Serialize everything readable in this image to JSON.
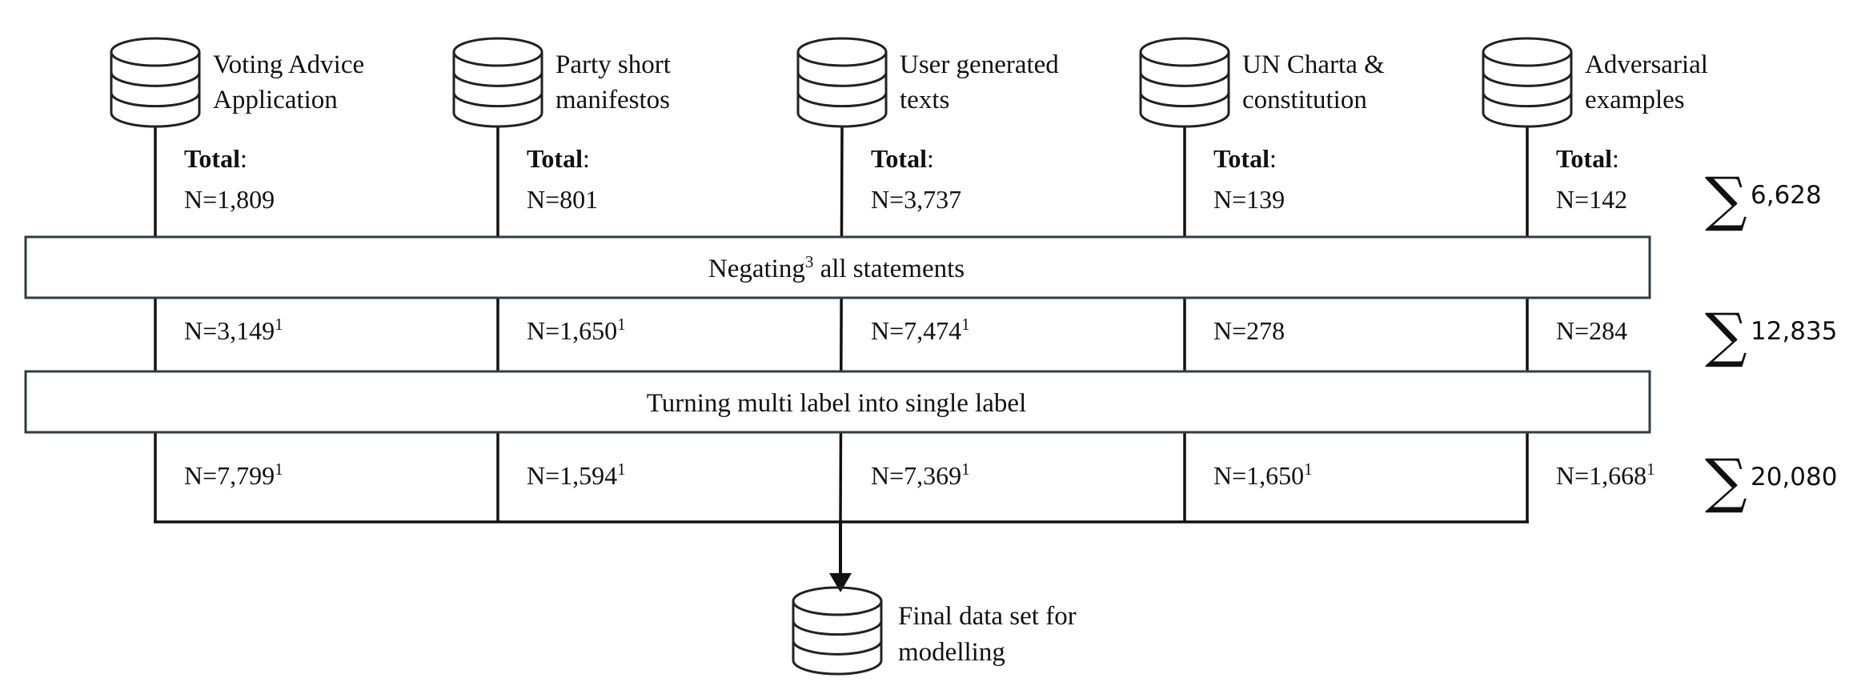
{
  "sources": [
    {
      "line1": "Voting Advice",
      "line2": "Application",
      "total_label": "Total",
      "total_colon": ":",
      "total": "N=1,809",
      "after_negation": "N=3,149",
      "after_negation_note": "1",
      "after_single_label": "N=7,799",
      "after_single_label_note": "1"
    },
    {
      "line1": "Party short",
      "line2": "manifestos",
      "total_label": "Total",
      "total_colon": ":",
      "total": "N=801",
      "after_negation": "N=1,650",
      "after_negation_note": "1",
      "after_single_label": "N=1,594",
      "after_single_label_note": "1"
    },
    {
      "line1": "User generated",
      "line2": "texts",
      "total_label": "Total",
      "total_colon": ":",
      "total": "N=3,737",
      "after_negation": "N=7,474",
      "after_negation_note": "1",
      "after_single_label": "N=7,369",
      "after_single_label_note": "1"
    },
    {
      "line1": "UN Charta &",
      "line2": "constitution",
      "total_label": "Total",
      "total_colon": ":",
      "total": "N=139",
      "after_negation": "N=278",
      "after_negation_note": "",
      "after_single_label": "N=1,650",
      "after_single_label_note": "1"
    },
    {
      "line1": "Adversarial",
      "line2": "examples",
      "total_label": "Total",
      "total_colon": ":",
      "total": "N=142",
      "after_negation": "N=284",
      "after_negation_note": "",
      "after_single_label": "N=1,668",
      "after_single_label_note": "1"
    }
  ],
  "steps": [
    {
      "label": "Negating",
      "superscript": "3",
      "label_rest": " all statements"
    },
    {
      "label": "Turning multi label into single label",
      "superscript": "",
      "label_rest": ""
    }
  ],
  "sums": [
    {
      "symbol": "∑",
      "value": "6,628"
    },
    {
      "symbol": "∑",
      "value": "12,835"
    },
    {
      "symbol": "∑",
      "value": "20,080"
    }
  ],
  "final": {
    "line1": "Final data set for",
    "line2": "modelling"
  }
}
